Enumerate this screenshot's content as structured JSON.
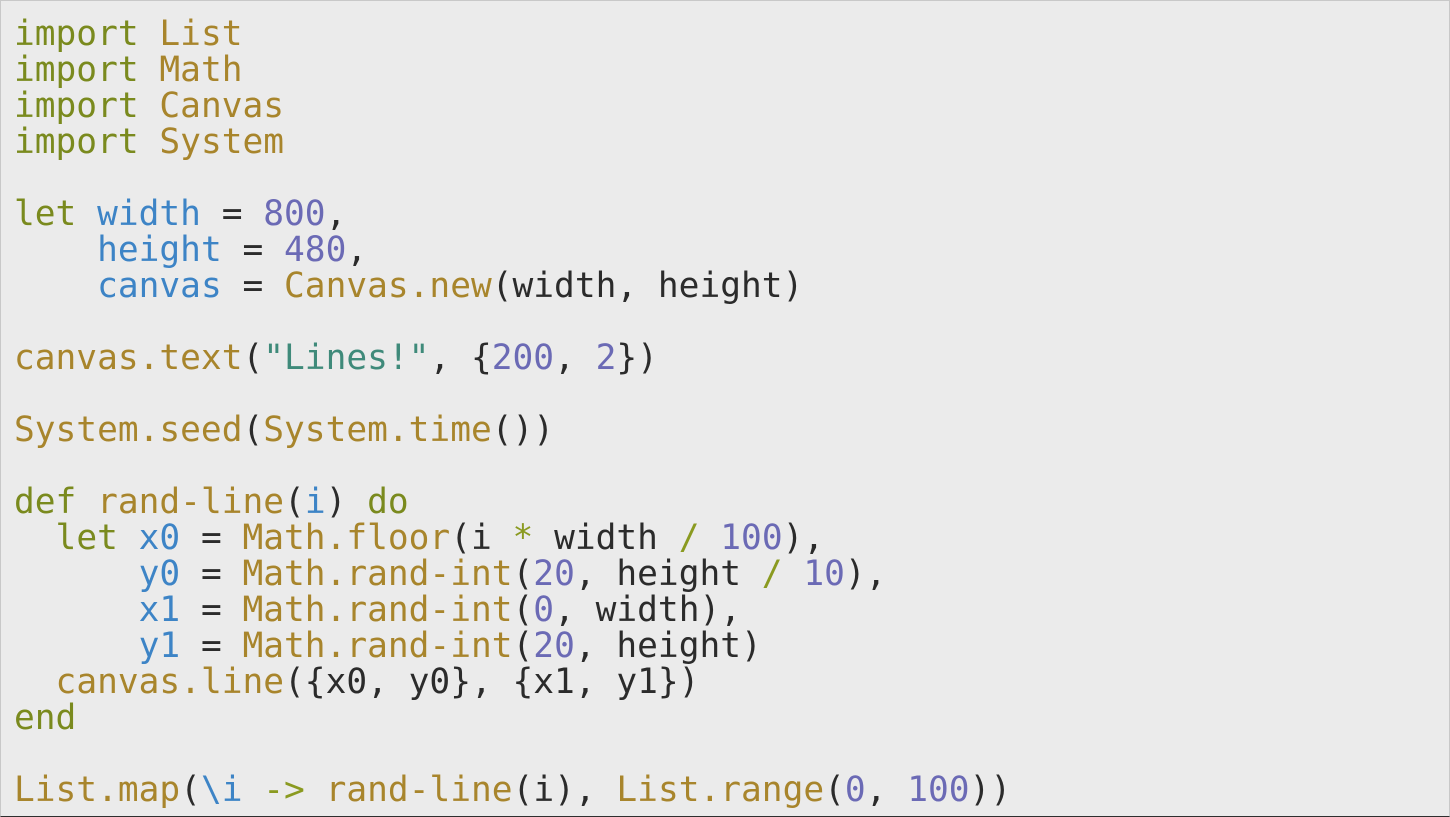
{
  "editor": {
    "lines": [
      [
        {
          "t": "import",
          "k": "kw"
        },
        {
          "t": " ",
          "k": "txt"
        },
        {
          "t": "List",
          "k": "mod"
        }
      ],
      [
        {
          "t": "import",
          "k": "kw"
        },
        {
          "t": " ",
          "k": "txt"
        },
        {
          "t": "Math",
          "k": "mod"
        }
      ],
      [
        {
          "t": "import",
          "k": "kw"
        },
        {
          "t": " ",
          "k": "txt"
        },
        {
          "t": "Canvas",
          "k": "mod"
        }
      ],
      [
        {
          "t": "import",
          "k": "kw"
        },
        {
          "t": " ",
          "k": "txt"
        },
        {
          "t": "System",
          "k": "mod"
        }
      ],
      [],
      [
        {
          "t": "let",
          "k": "kw"
        },
        {
          "t": " ",
          "k": "txt"
        },
        {
          "t": "width",
          "k": "var"
        },
        {
          "t": " = ",
          "k": "txt"
        },
        {
          "t": "800",
          "k": "num"
        },
        {
          "t": ",",
          "k": "txt"
        }
      ],
      [
        {
          "t": "    ",
          "k": "txt"
        },
        {
          "t": "height",
          "k": "var"
        },
        {
          "t": " = ",
          "k": "txt"
        },
        {
          "t": "480",
          "k": "num"
        },
        {
          "t": ",",
          "k": "txt"
        }
      ],
      [
        {
          "t": "    ",
          "k": "txt"
        },
        {
          "t": "canvas",
          "k": "var"
        },
        {
          "t": " = ",
          "k": "txt"
        },
        {
          "t": "Canvas.new",
          "k": "fn"
        },
        {
          "t": "(width, height)",
          "k": "txt"
        }
      ],
      [],
      [
        {
          "t": "canvas.text",
          "k": "fn"
        },
        {
          "t": "(",
          "k": "txt"
        },
        {
          "t": "\"Lines!\"",
          "k": "str"
        },
        {
          "t": ", {",
          "k": "txt"
        },
        {
          "t": "200",
          "k": "num"
        },
        {
          "t": ", ",
          "k": "txt"
        },
        {
          "t": "2",
          "k": "num"
        },
        {
          "t": "})",
          "k": "txt"
        }
      ],
      [],
      [
        {
          "t": "System.seed",
          "k": "fn"
        },
        {
          "t": "(",
          "k": "txt"
        },
        {
          "t": "System.time",
          "k": "fn"
        },
        {
          "t": "())",
          "k": "txt"
        }
      ],
      [],
      [
        {
          "t": "def",
          "k": "kw"
        },
        {
          "t": " ",
          "k": "txt"
        },
        {
          "t": "rand-line",
          "k": "fn"
        },
        {
          "t": "(",
          "k": "txt"
        },
        {
          "t": "i",
          "k": "var"
        },
        {
          "t": ") ",
          "k": "txt"
        },
        {
          "t": "do",
          "k": "kw"
        }
      ],
      [
        {
          "t": "  ",
          "k": "txt"
        },
        {
          "t": "let",
          "k": "kw"
        },
        {
          "t": " ",
          "k": "txt"
        },
        {
          "t": "x0",
          "k": "var"
        },
        {
          "t": " = ",
          "k": "txt"
        },
        {
          "t": "Math.floor",
          "k": "fn"
        },
        {
          "t": "(i ",
          "k": "txt"
        },
        {
          "t": "*",
          "k": "op"
        },
        {
          "t": " width ",
          "k": "txt"
        },
        {
          "t": "/",
          "k": "op"
        },
        {
          "t": " ",
          "k": "txt"
        },
        {
          "t": "100",
          "k": "num"
        },
        {
          "t": "),",
          "k": "txt"
        }
      ],
      [
        {
          "t": "      ",
          "k": "txt"
        },
        {
          "t": "y0",
          "k": "var"
        },
        {
          "t": " = ",
          "k": "txt"
        },
        {
          "t": "Math.rand-int",
          "k": "fn"
        },
        {
          "t": "(",
          "k": "txt"
        },
        {
          "t": "20",
          "k": "num"
        },
        {
          "t": ", height ",
          "k": "txt"
        },
        {
          "t": "/",
          "k": "op"
        },
        {
          "t": " ",
          "k": "txt"
        },
        {
          "t": "10",
          "k": "num"
        },
        {
          "t": "),",
          "k": "txt"
        }
      ],
      [
        {
          "t": "      ",
          "k": "txt"
        },
        {
          "t": "x1",
          "k": "var"
        },
        {
          "t": " = ",
          "k": "txt"
        },
        {
          "t": "Math.rand-int",
          "k": "fn"
        },
        {
          "t": "(",
          "k": "txt"
        },
        {
          "t": "0",
          "k": "num"
        },
        {
          "t": ", width),",
          "k": "txt"
        }
      ],
      [
        {
          "t": "      ",
          "k": "txt"
        },
        {
          "t": "y1",
          "k": "var"
        },
        {
          "t": " = ",
          "k": "txt"
        },
        {
          "t": "Math.rand-int",
          "k": "fn"
        },
        {
          "t": "(",
          "k": "txt"
        },
        {
          "t": "20",
          "k": "num"
        },
        {
          "t": ", height)",
          "k": "txt"
        }
      ],
      [
        {
          "t": "  ",
          "k": "txt"
        },
        {
          "t": "canvas.line",
          "k": "fn"
        },
        {
          "t": "({x0, y0}, {x1, y1})",
          "k": "txt"
        }
      ],
      [
        {
          "t": "end",
          "k": "kw"
        }
      ],
      [],
      [
        {
          "t": "List.map",
          "k": "fn"
        },
        {
          "t": "(",
          "k": "txt"
        },
        {
          "t": "\\i",
          "k": "var"
        },
        {
          "t": " ",
          "k": "txt"
        },
        {
          "t": "->",
          "k": "op"
        },
        {
          "t": " ",
          "k": "txt"
        },
        {
          "t": "rand-line",
          "k": "fn"
        },
        {
          "t": "(i), ",
          "k": "txt"
        },
        {
          "t": "List.range",
          "k": "fn"
        },
        {
          "t": "(",
          "k": "txt"
        },
        {
          "t": "0",
          "k": "num"
        },
        {
          "t": ", ",
          "k": "txt"
        },
        {
          "t": "100",
          "k": "num"
        },
        {
          "t": "))",
          "k": "txt"
        }
      ]
    ]
  }
}
